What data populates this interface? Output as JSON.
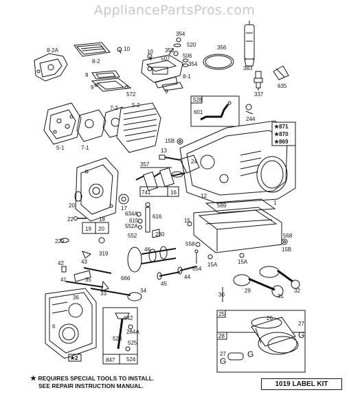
{
  "watermark": "AppliancePartsPros.com",
  "footnote": {
    "star": "★",
    "line1": "REQUIRES SPECIAL TOOLS TO INSTALL.",
    "line2": "SEE REPAIR INSTRUCTION MANUAL."
  },
  "label_kit": "1019 LABEL KIT",
  "callouts": {
    "c8_2A": "8-2A",
    "c8_2": "8-2",
    "c9a": "9",
    "c572": "572",
    "c10a": "10",
    "c10b": "10",
    "c354": "354",
    "c520": "520",
    "c353": "353",
    "c506": "506",
    "c507": "507",
    "c354b": "354",
    "c9b": "9",
    "c8_1": "8-1",
    "c356": "356",
    "c383": "383",
    "c635": "635",
    "c337": "337",
    "c528": "528",
    "c601": "601",
    "c244": "244",
    "c871": "★871",
    "c870": "★870",
    "c869": "★869",
    "c7_2": "7-2",
    "c5_2": "5-2",
    "c5_1": "5-1",
    "c7_1": "7-1",
    "c15B": "15B",
    "c13": "13",
    "c24": "24",
    "c357": "357",
    "c741": "741",
    "c16": "16",
    "c12": "12",
    "c1": "1",
    "c20": "20",
    "c17": "17",
    "c18": "18",
    "c22": "22",
    "c19": "19",
    "c20b": "20",
    "c634A": "634A",
    "c616": "616",
    "c615": "615",
    "c552A": "552A",
    "c552": "552",
    "c230": "230",
    "c569": "569",
    "c15": "15",
    "c558": "558",
    "c15A": "15A",
    "c15Ab": "15A",
    "c554": "554",
    "c568": "568",
    "c15Bb": "15B",
    "c220": "220",
    "c319": "319",
    "c46": "46",
    "c42": "42",
    "c43": "43",
    "c41": "41",
    "c35": "35",
    "c666": "666",
    "c34": "34",
    "c33": "33",
    "c36": "36",
    "c45": "45",
    "c44": "44",
    "c29": "29",
    "c31": "31",
    "c32": "32",
    "c30": "30",
    "c25": "25",
    "c26": "26",
    "c27": "27",
    "c28": "28",
    "c27b": "27",
    "c642": "642",
    "c284A": "284A",
    "c523": "523",
    "c525": "525",
    "c847": "847",
    "c524": "524",
    "c6": "6",
    "c2": "★2",
    "cG1": "G",
    "cG2": "G",
    "cG3": "G"
  }
}
